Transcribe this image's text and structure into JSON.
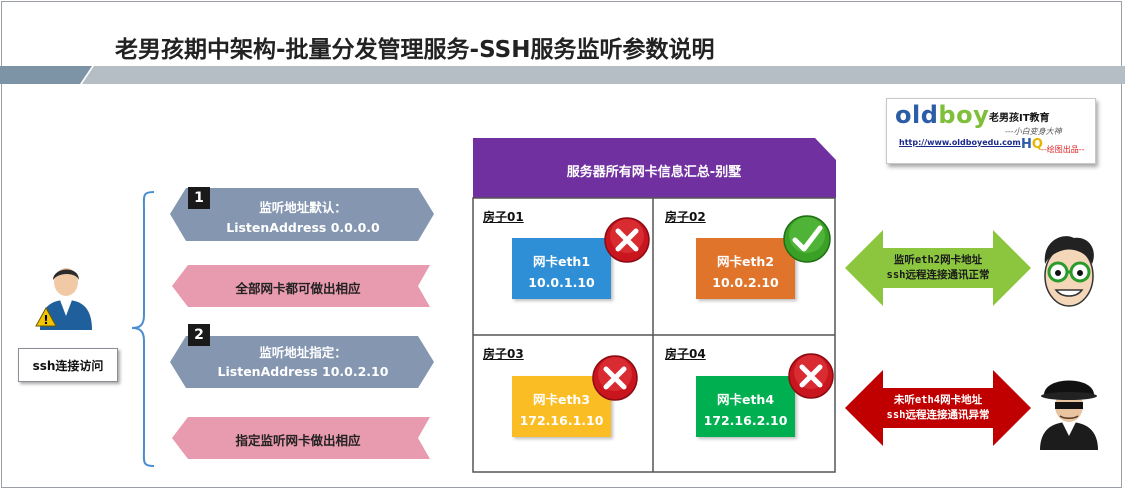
{
  "title": "老男孩期中架构-批量分发管理服务-SSH服务监听参数说明",
  "logo": {
    "brand_old": "old",
    "brand_boy": "boy",
    "org_name": "老男孩IT教育",
    "slogan": "---小白变身大神",
    "url": "http://www.oldboyedu.com",
    "hq_h": "H",
    "hq_q": "Q",
    "credit": "--绘图出品--"
  },
  "client": {
    "label": "ssh连接访问"
  },
  "steps": [
    {
      "number": "1",
      "line1": "监听地址默认：",
      "line2": "ListenAddress 0.0.0.0",
      "result": "全部网卡都可做出相应"
    },
    {
      "number": "2",
      "line1": "监听地址指定：",
      "line2": "ListenAddress 10.0.2.10",
      "result": "指定监听网卡做出相应"
    }
  ],
  "server": {
    "header": "服务器所有网卡信息汇总-别墅",
    "rooms": [
      {
        "room": "房子01",
        "nic": "网卡eth1",
        "ip": "10.0.1.10",
        "status": "fail"
      },
      {
        "room": "房子02",
        "nic": "网卡eth2",
        "ip": "10.0.2.10",
        "status": "ok"
      },
      {
        "room": "房子03",
        "nic": "网卡eth3",
        "ip": "172.16.1.10",
        "status": "fail"
      },
      {
        "room": "房子04",
        "nic": "网卡eth4",
        "ip": "172.16.2.10",
        "status": "fail"
      }
    ]
  },
  "results": [
    {
      "line1": "监听eth2网卡地址",
      "line2": "ssh远程连接通讯正常",
      "color": "#8cc63f"
    },
    {
      "line1": "未听eth4网卡地址",
      "line2": "ssh远程连接通讯异常",
      "color": "#c00000"
    }
  ],
  "colors": {
    "step_box": "#8496b0",
    "result_box": "#e89aae",
    "header": "#7030a0",
    "eth1": "#2e8fd6",
    "eth2": "#e0742b",
    "eth3": "#fbbd24",
    "eth4": "#00b050"
  }
}
